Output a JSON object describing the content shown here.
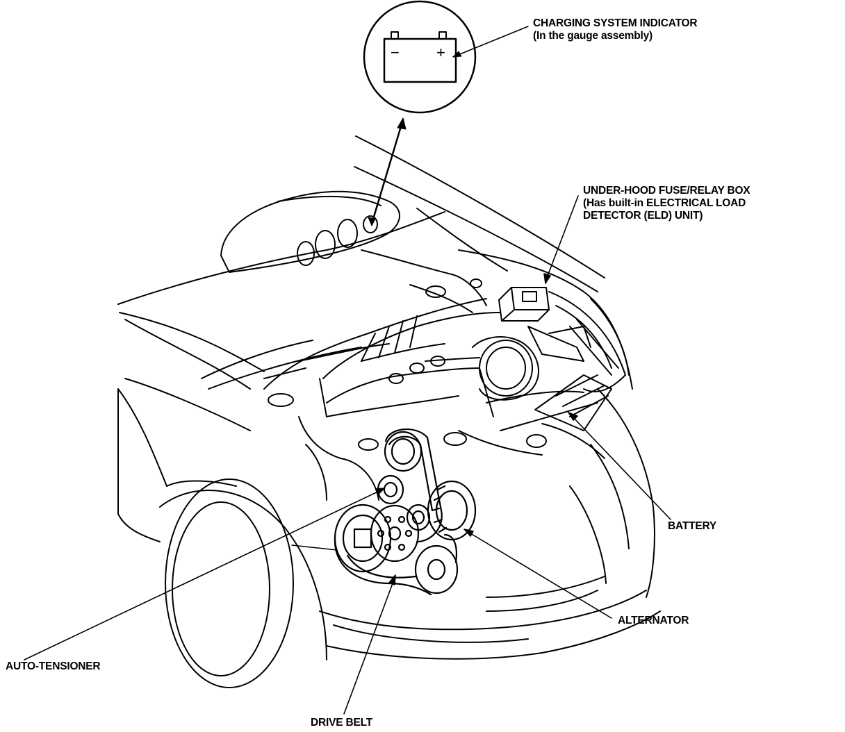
{
  "labels": {
    "charging_indicator": {
      "line1": "CHARGING SYSTEM INDICATOR",
      "line2": "(In the gauge assembly)"
    },
    "fuse_box": {
      "line1": "UNDER-HOOD FUSE/RELAY BOX",
      "line2": "(Has built-in ELECTRICAL LOAD",
      "line3": "DETECTOR (ELD) UNIT)"
    },
    "battery": "BATTERY",
    "alternator": "ALTERNATOR",
    "auto_tensioner": "AUTO-TENSIONER",
    "drive_belt": "DRIVE BELT"
  },
  "icons": {
    "battery_symbol": "battery-warning-icon",
    "minus": "−",
    "plus": "+"
  },
  "colors": {
    "line": "#000000",
    "background": "#ffffff"
  }
}
